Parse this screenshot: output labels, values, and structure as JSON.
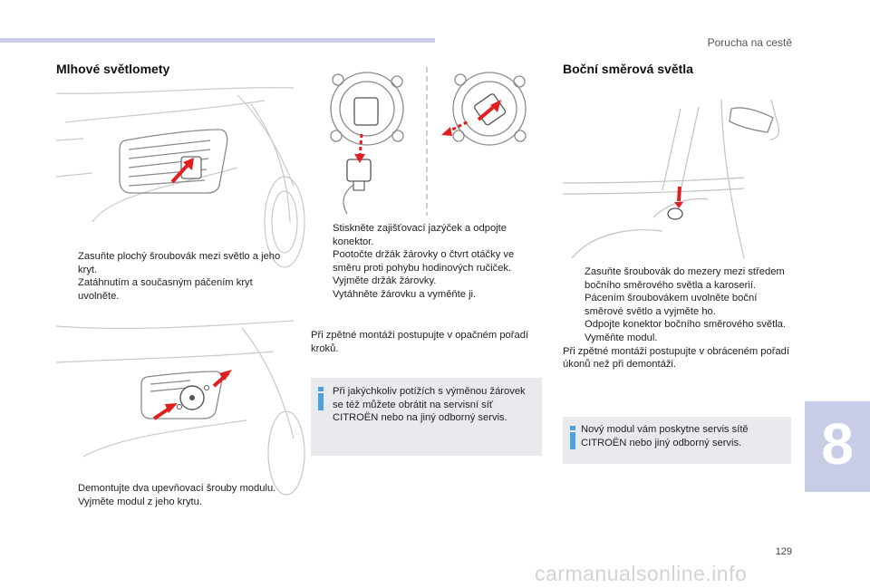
{
  "header": {
    "chapter_title": "Porucha na cestě"
  },
  "left": {
    "title": "Mlhové světlomety",
    "steps_a": [
      "Zasuňte plochý šroubovák mezi světlo a jeho kryt.",
      "Zatáhnutím a současným páčením kryt uvolněte."
    ],
    "steps_b": [
      "Demontujte dva upevňovací šrouby modulu.",
      "Vyjměte modul z jeho krytu."
    ]
  },
  "middle": {
    "steps": [
      "Stiskněte zajišťovací jazýček a odpojte konektor.",
      "Pootočte držák žárovky o čtvrt otáčky ve směru proti pohybu hodinových ručiček.",
      "Vyjměte držák žárovky.",
      "Vytáhněte žárovku a vyměňte ji."
    ],
    "note": "Při zpětné montáži postupujte v opačném pořadí kroků.",
    "info": "Při jakýchkoliv potížích s výměnou žárovek se též můžete obrátit na servisní síť CITROËN nebo na jiný odborný servis."
  },
  "right": {
    "title": "Boční směrová světla",
    "steps": [
      "Zasuňte šroubovák do mezery mezi středem bočního směrového světla a karoserií.",
      "Pácením šroubovákem uvolněte boční směrové světlo a vyjměte ho.",
      "Odpojte konektor bočního směrového světla.",
      "Vyměňte modul."
    ],
    "note": "Při zpětné montáži postupujte v obráceném pořadí úkonů než při demontáži.",
    "info": "Nový modul vám poskytne servis sítě CITROËN nebo jiný odborný servis."
  },
  "chapter_number": "8",
  "page_number": "129",
  "watermark": "carmanualsonline.info",
  "bullet_glyph": "",
  "colors": {
    "accent_band": "#c8cce6",
    "info_panel": "#e9eaee",
    "info_icon": "#4aa3df",
    "arrow_red": "#e02020"
  }
}
